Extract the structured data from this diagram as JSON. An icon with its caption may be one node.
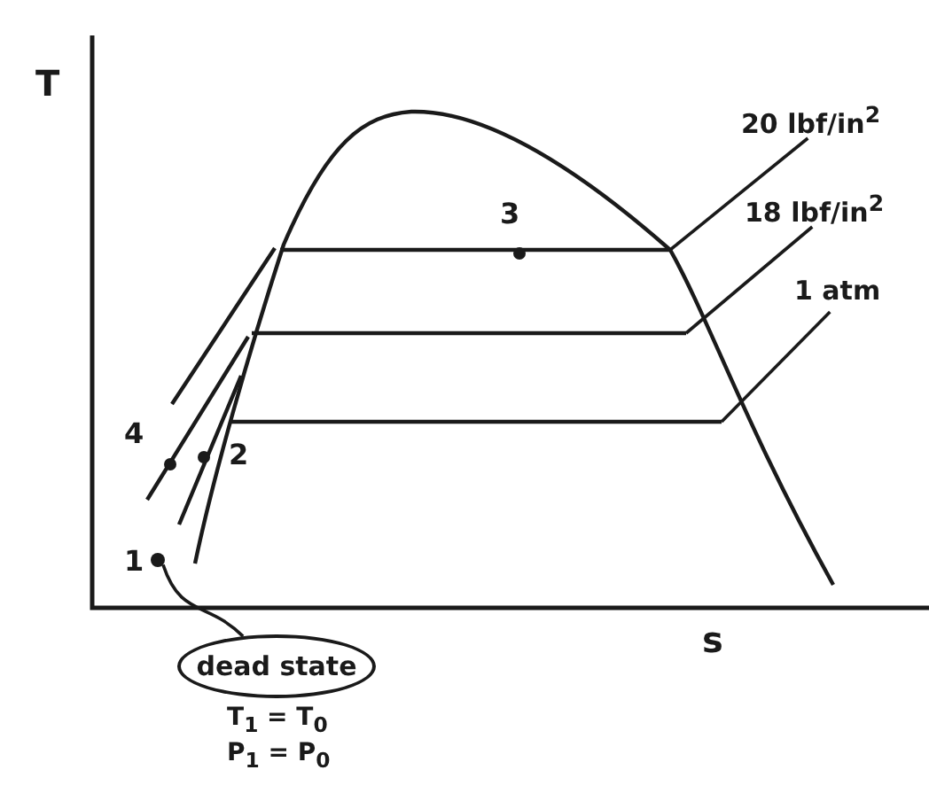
{
  "diagram": {
    "nodes": [
      {
        "text": [
          "dead state"
        ],
        "beside": [
          "T$_{1}$ = T$_{0}$",
          "P$_{1}$ = P$_{0}$"
        ]
      },
      {
        "text": [],
        "shape": "circle"
      },
      {
        "text": [
          "20 lbf/in$^{2}$"
        ]
      },
      {
        "text": [
          "18 lbf/in$^{2}$"
        ]
      },
      {
        "text": [
          "1 atm"
        ]
      }
    ],
    "edges": [
      {
        "from": 0,
        "to": 1,
        "arrow": "none"
      },
      {
        "from": 2,
        "to": null,
        "arrow": "none"
      },
      {
        "from": 3,
        "to": null,
        "arrow": "none"
      },
      {
        "from": 4,
        "to": null,
        "arrow": "none"
      }
    ],
    "labels": [
      "T",
      "s",
      "3",
      "4",
      "2",
      "1"
    ]
  }
}
